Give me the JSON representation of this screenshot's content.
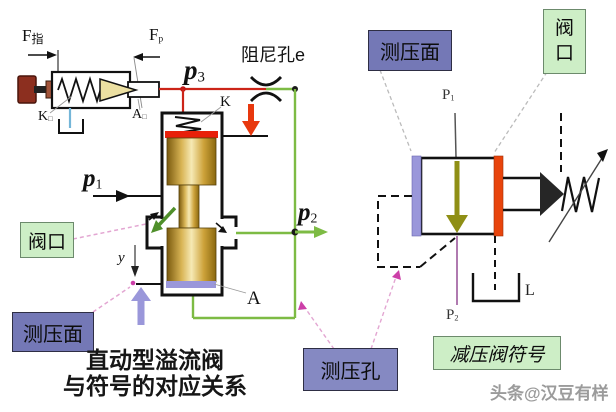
{
  "colors": {
    "pressure_line_red": "#cc2418",
    "flow_line_green": "#7dbb44",
    "measuring_face_lavender": "#9a97da",
    "valve_port_orange": "#e8440c",
    "flow_arrow_olive": "#8f8f15",
    "p2_line_mauve": "#b07ab0",
    "label_purple_bg": "#7478b6",
    "label_green_bg": "#cdeec6",
    "piston_gold": "#d9b556"
  },
  "left": {
    "force_adjust": {
      "main": "F",
      "sub": "指"
    },
    "force_fp": {
      "main": "F",
      "sub": "p"
    },
    "k_pilot": {
      "main": "K",
      "sub": "□"
    },
    "a_pilot": {
      "main": "A",
      "sub": "□"
    },
    "p3": {
      "main": "p",
      "sub": "3"
    },
    "damping_orifice_label": "阻尼孔e",
    "k_spring": "K",
    "p1": {
      "main": "p",
      "sub": "1"
    },
    "p2": {
      "main": "p",
      "sub": "2"
    },
    "valve_port_label": "阀口",
    "y_label": "y",
    "a_face": "A",
    "pressure_face_label": "测压面",
    "title_line1": "直动型溢流阀",
    "title_line2": "与符号的对应关系"
  },
  "right": {
    "pressure_face_label": "测压面",
    "valve_port_line1": "阀",
    "valve_port_line2": "口",
    "p1": {
      "main": "P",
      "sub": "1"
    },
    "p2": {
      "main": "P",
      "sub": "2"
    },
    "drain_label": "L",
    "pressure_hole_label": "测压孔",
    "symbol_caption": "减压阀符号"
  },
  "watermark": "头条@汉豆有样"
}
